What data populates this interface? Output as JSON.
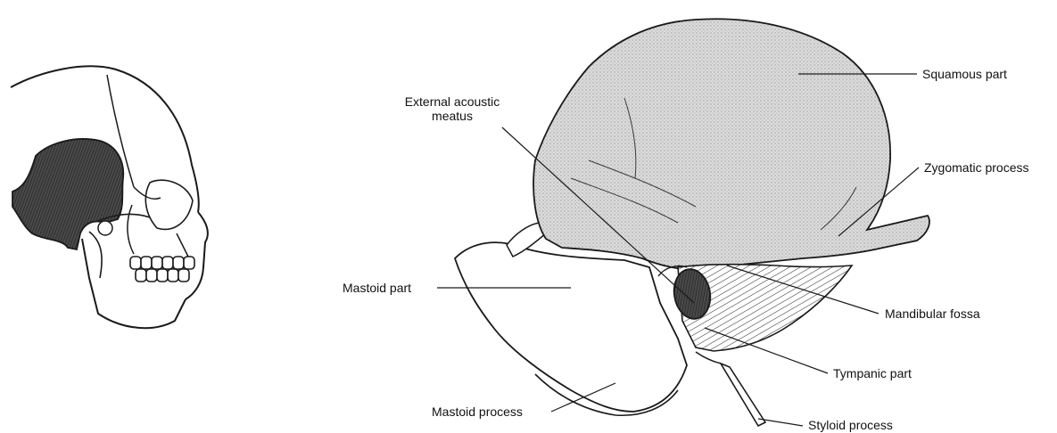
{
  "labels": {
    "external_acoustic_meatus_line1": "External acoustic",
    "external_acoustic_meatus_line2": "meatus",
    "squamous_part": "Squamous part",
    "zygomatic_process": "Zygomatic process",
    "mastoid_part": "Mastoid part",
    "mandibular_fossa": "Mandibular fossa",
    "tympanic_part": "Tympanic part",
    "mastoid_process": "Mastoid process",
    "styloid_process": "Styloid process"
  },
  "colors": {
    "bone_fill": "#d4d4d4",
    "highlight_fill": "#3c3c3c",
    "line": "#1a1a1a"
  }
}
